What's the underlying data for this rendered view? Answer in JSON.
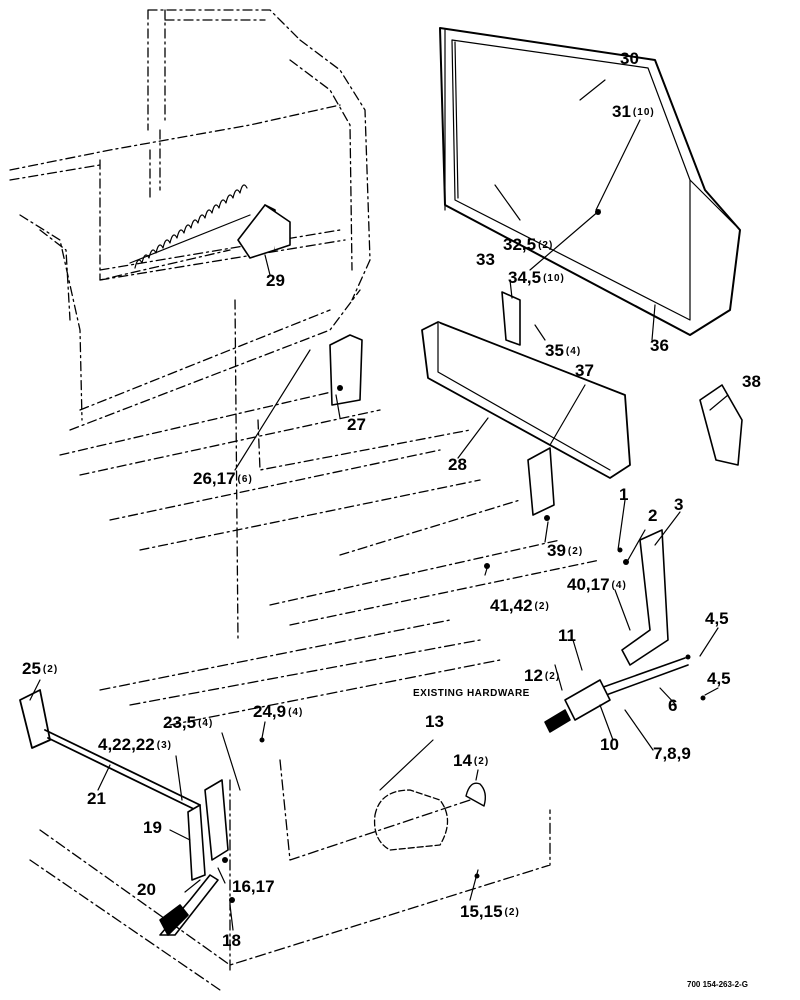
{
  "diagram": {
    "callouts": {
      "c30": {
        "ref": "30",
        "qty": ""
      },
      "c31": {
        "ref": "31",
        "qty": "(10)"
      },
      "c32": {
        "ref": "32,5",
        "qty": "(2)"
      },
      "c34": {
        "ref": "34,5",
        "qty": "(10)"
      },
      "c29": {
        "ref": "29",
        "qty": ""
      },
      "c33": {
        "ref": "33",
        "qty": ""
      },
      "c35": {
        "ref": "35",
        "qty": "(4)"
      },
      "c36": {
        "ref": "36",
        "qty": ""
      },
      "c37": {
        "ref": "37",
        "qty": ""
      },
      "c38": {
        "ref": "38",
        "qty": ""
      },
      "c27": {
        "ref": "27",
        "qty": ""
      },
      "c26": {
        "ref": "26,17",
        "qty": "(6)"
      },
      "c28": {
        "ref": "28",
        "qty": ""
      },
      "c1": {
        "ref": "1",
        "qty": ""
      },
      "c2": {
        "ref": "2",
        "qty": ""
      },
      "c3": {
        "ref": "3",
        "qty": ""
      },
      "c39": {
        "ref": "39",
        "qty": "(2)"
      },
      "c40": {
        "ref": "40,17",
        "qty": "(4)"
      },
      "c41": {
        "ref": "41,42",
        "qty": "(2)"
      },
      "c45a": {
        "ref": "4,5",
        "qty": ""
      },
      "c11": {
        "ref": "11",
        "qty": ""
      },
      "c12": {
        "ref": "12",
        "qty": "(2)"
      },
      "c45b": {
        "ref": "4,5",
        "qty": ""
      },
      "c6": {
        "ref": "6",
        "qty": ""
      },
      "c10": {
        "ref": "10",
        "qty": ""
      },
      "c789": {
        "ref": "7,8,9",
        "qty": ""
      },
      "c25": {
        "ref": "25",
        "qty": "(2)"
      },
      "c24": {
        "ref": "24,9",
        "qty": "(4)"
      },
      "c23": {
        "ref": "23,5",
        "qty": "(4)"
      },
      "c4": {
        "ref": "4,22,22",
        "qty": "(3)"
      },
      "c13": {
        "ref": "13",
        "qty": ""
      },
      "c14": {
        "ref": "14",
        "qty": "(2)"
      },
      "c21": {
        "ref": "21",
        "qty": ""
      },
      "c19": {
        "ref": "19",
        "qty": ""
      },
      "c20": {
        "ref": "20",
        "qty": ""
      },
      "c16": {
        "ref": "16,17",
        "qty": ""
      },
      "c18": {
        "ref": "18",
        "qty": ""
      },
      "c15": {
        "ref": "15,15",
        "qty": "(2)"
      }
    },
    "note": "EXISTING HARDWARE",
    "drawing_number": "700 154-263-2-G"
  }
}
